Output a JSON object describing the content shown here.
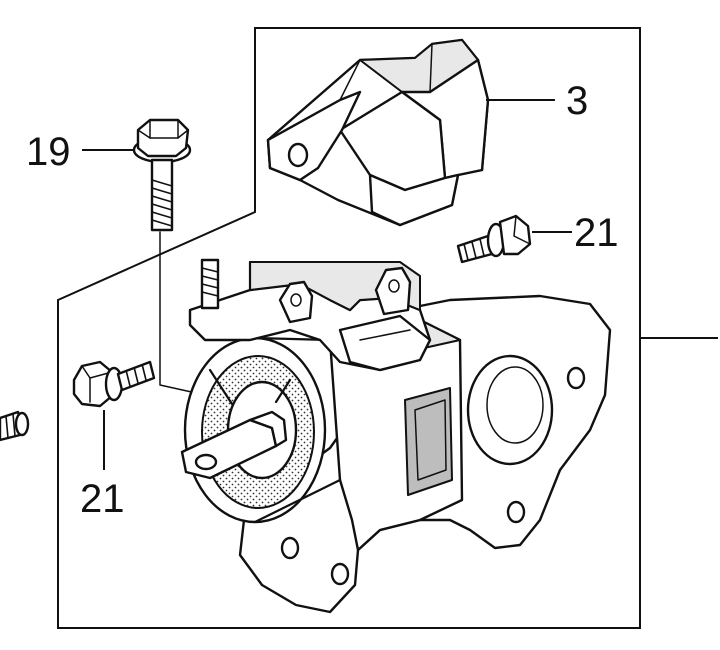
{
  "callouts": {
    "c3": "3",
    "c19": "19",
    "c21_right": "21",
    "c21_left": "21"
  }
}
